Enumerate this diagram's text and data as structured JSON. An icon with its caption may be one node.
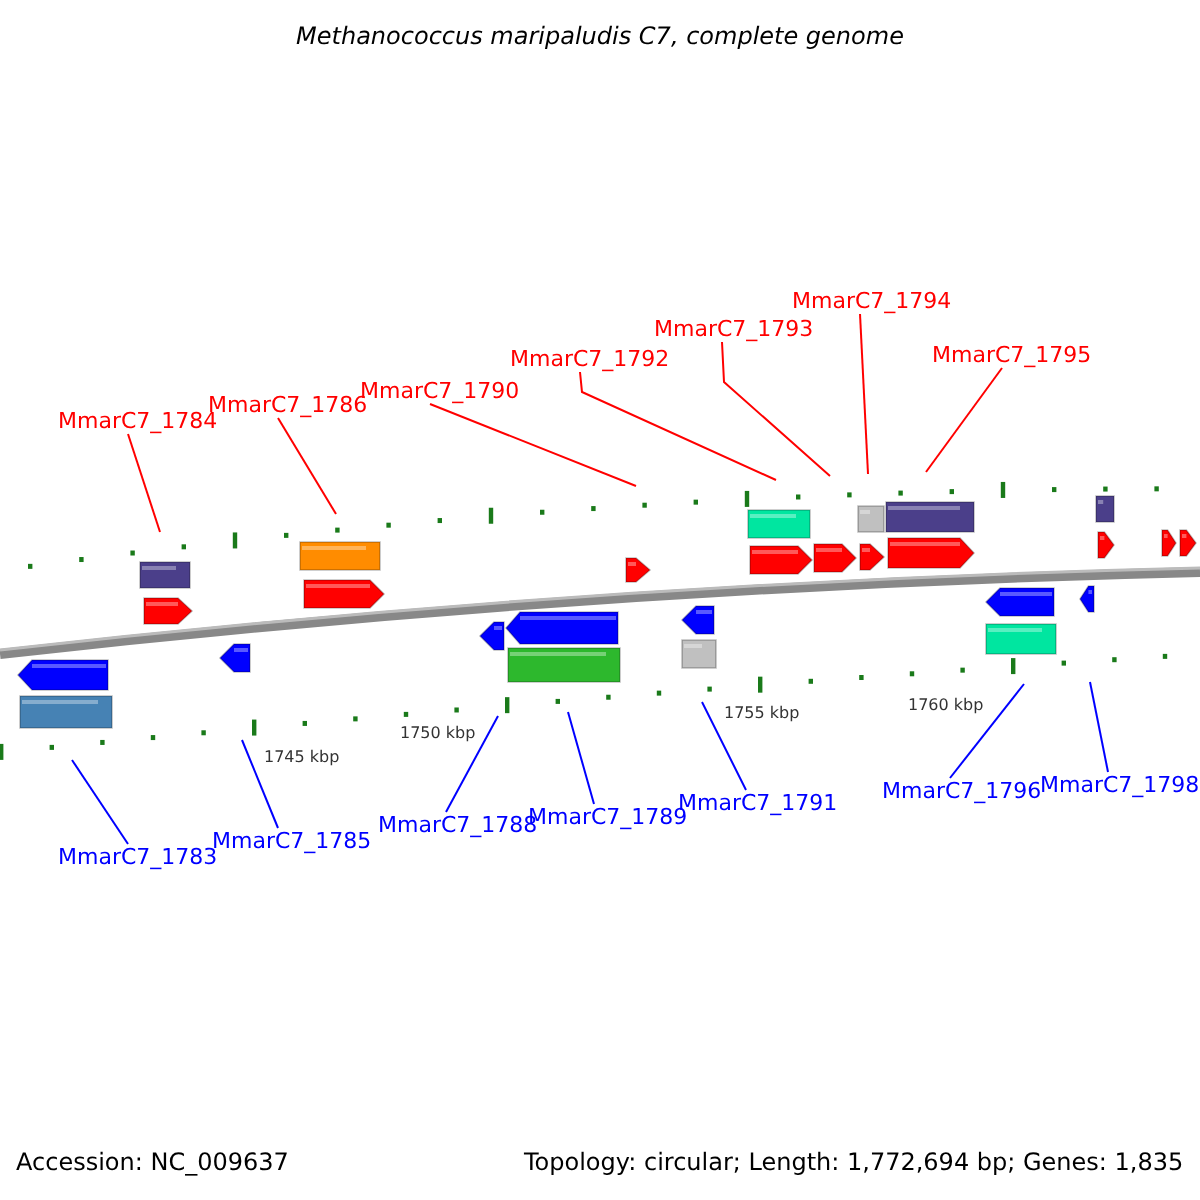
{
  "diagram": {
    "title": "Methanococcus maripaludis C7, complete genome",
    "nodes": [
      {
        "text": [
          "MmarC7_1784"
        ]
      },
      {
        "text": [
          "MmarC7_1786"
        ]
      },
      {
        "text": [
          "MmarC7_1790"
        ]
      },
      {
        "text": [
          "MmarC7_1792"
        ]
      },
      {
        "text": [
          "MmarC7_1793"
        ]
      },
      {
        "text": [
          "MmarC7_1794"
        ]
      },
      {
        "text": [
          "MmarC7_1795"
        ]
      },
      {
        "text": [
          "MmarC7_1783"
        ]
      },
      {
        "text": [
          "MmarC7_1785"
        ]
      },
      {
        "text": [
          "MmarC7_1788"
        ]
      },
      {
        "text": [
          "MmarC7_1789"
        ]
      },
      {
        "text": [
          "MmarC7_1791"
        ]
      },
      {
        "text": [
          "MmarC7_1796"
        ]
      },
      {
        "text": [
          "MmarC7_1798"
        ]
      }
    ],
    "edges": [
      {
        "from": 0,
        "to": null,
        "arrow": "none"
      },
      {
        "from": 1,
        "to": null,
        "arrow": "none"
      },
      {
        "from": 2,
        "to": null,
        "arrow": "none"
      },
      {
        "from": 3,
        "to": null,
        "arrow": "none"
      },
      {
        "from": 4,
        "to": null,
        "arrow": "none"
      },
      {
        "from": 5,
        "to": null,
        "arrow": "none"
      },
      {
        "from": 6,
        "to": null,
        "arrow": "none"
      },
      {
        "from": 7,
        "to": null,
        "arrow": "none",
        "color": "#0000ff"
      },
      {
        "from": 8,
        "to": null,
        "arrow": "none",
        "color": "#0000ff"
      },
      {
        "from": 9,
        "to": null,
        "arrow": "none",
        "color": "#0000ff"
      },
      {
        "from": 10,
        "to": null,
        "arrow": "none",
        "color": "#0000ff"
      },
      {
        "from": 11,
        "to": null,
        "arrow": "none",
        "color": "#0000ff"
      },
      {
        "from": 12,
        "to": null,
        "arrow": "none",
        "color": "#0000ff"
      },
      {
        "from": 13,
        "to": null,
        "arrow": "none",
        "color": "#0000ff"
      }
    ],
    "labels": [
      "1745 kbp",
      "1750 kbp",
      "1755 kbp",
      "1760 kbp",
      "Accession: NC_009637",
      "Topology: circular; Length: 1,772,694 bp; Genes: 1,835"
    ]
  }
}
